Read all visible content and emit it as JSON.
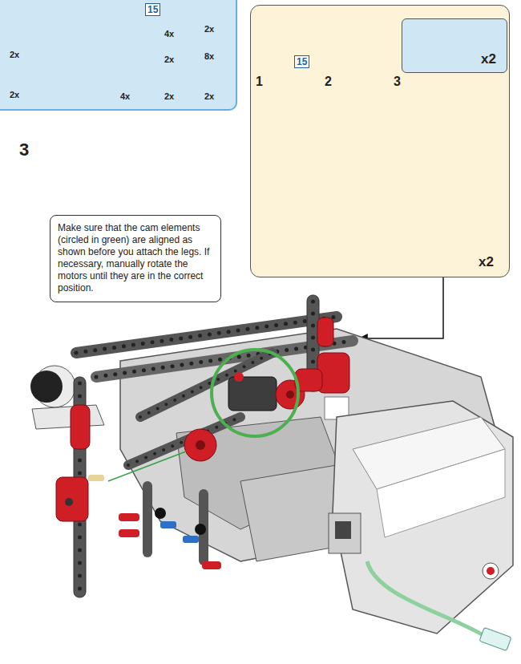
{
  "diagram": {
    "nodes": [
      {
        "text": [
          "15",
          "4x",
          "2x",
          "2x",
          "2x",
          "8x",
          "2x",
          "4x",
          "2x",
          "2x"
        ]
      },
      {
        "text": [
          "1",
          "15",
          "2",
          "3",
          "x2"
        ]
      },
      {
        "text": [
          "x2"
        ],
        "in": 1
      },
      {
        "text": [
          "Make sure that the cam elements (circled in green) are aligned as shown before you attach the legs. If necessary, manually rotate the motors until they are in the correct position."
        ]
      }
    ],
    "edges": [],
    "labels": [
      "3"
    ]
  }
}
